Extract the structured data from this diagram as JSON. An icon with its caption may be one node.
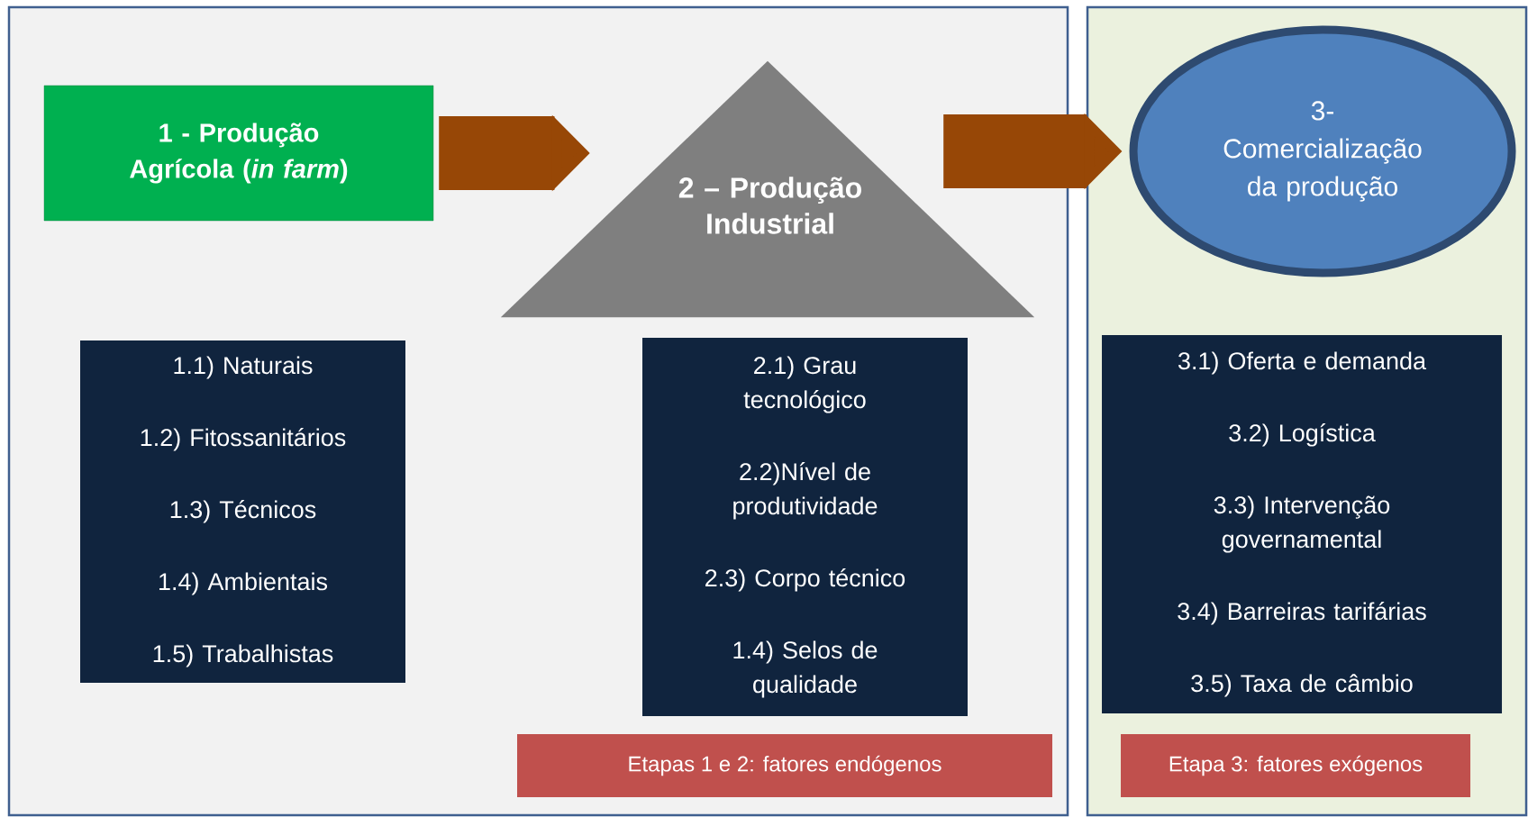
{
  "diagram": {
    "nodes": [
      {
        "text": [],
        "shape": "box"
      },
      {
        "text": [],
        "shape": "box"
      },
      {
        "text": [
          "1 - Produção Agrícola (*in farm*)"
        ],
        "in": 0
      },
      {
        "text": [
          "2 – Produção Industrial"
        ],
        "in": 0
      },
      {
        "text": [
          "3- Comercialização da produção"
        ],
        "in": 1
      },
      {
        "text": [
          "1.1) Naturais",
          "1.2) Fitossanitários",
          "1.3) Técnicos",
          "1.4) Ambientais",
          "1.5) Trabalhistas"
        ],
        "in": 0
      },
      {
        "text": [
          "2.1) Grau tecnológico",
          "2.2)Nível de produtividade",
          "2.3) Corpo técnico",
          "1.4) Selos de qualidade"
        ],
        "in": 0
      },
      {
        "text": [
          "3.1) Oferta e demanda",
          "3.2) Logística",
          "3.3) Intervenção governamental",
          "3.4) Barreiras tarifárias",
          "3.5) Taxa de câmbio"
        ],
        "in": 1
      },
      {
        "text": [
          "Etapas 1 e 2: fatores endógenos"
        ],
        "in": 0
      },
      {
        "text": [
          "Etapa 3: fatores exógenos"
        ],
        "in": 1
      }
    ],
    "edges": [
      {
        "from": 2,
        "to": 3,
        "arrow": "to"
      },
      {
        "from": 3,
        "to": 4,
        "arrow": "to"
      }
    ]
  }
}
